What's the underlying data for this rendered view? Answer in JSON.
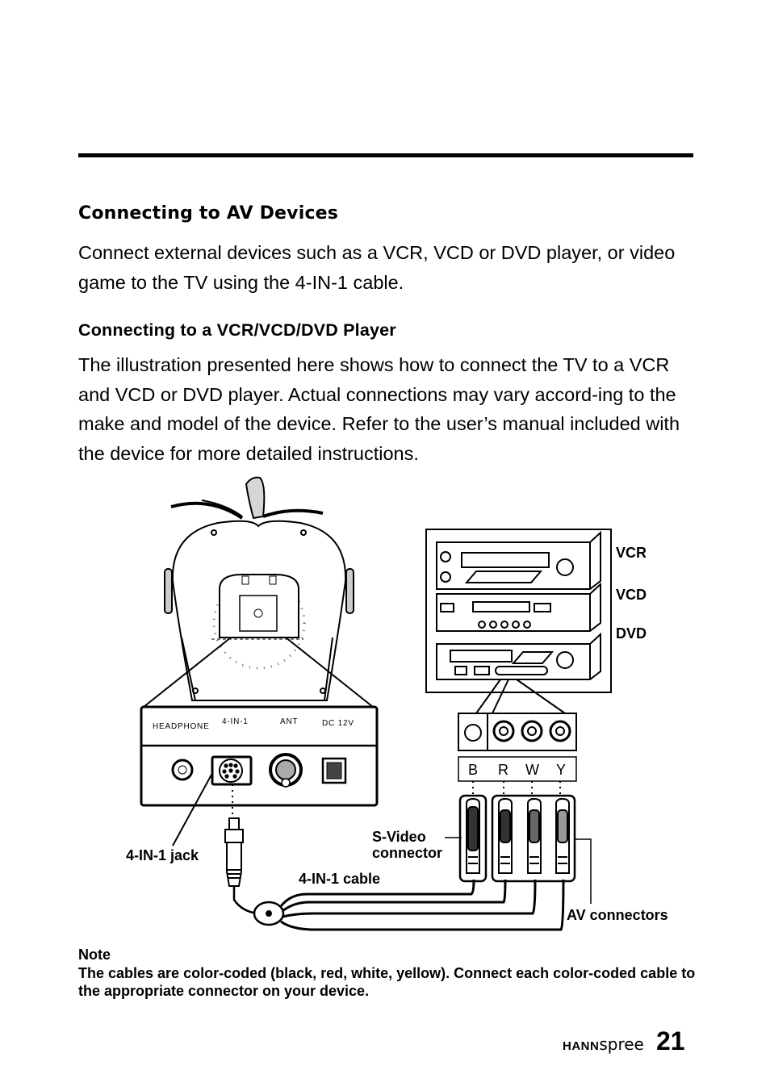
{
  "section_title": "Connecting to AV Devices",
  "intro": "Connect external devices such as a VCR, VCD or DVD player, or video game to the TV using the 4-IN-1 cable.",
  "subsection_title": "Connecting to a VCR/VCD/DVD Player",
  "body": "The illustration presented here shows how to connect the TV to a VCR and VCD or DVD player. Actual connections may vary accord-ing to the make and model of the device. Refer to the user’s manual included with the device for more detailed instructions.",
  "diagram": {
    "panel_labels": [
      "HEADPHONE",
      "4-IN-1",
      "ANT",
      "DC 12V"
    ],
    "devices": [
      "VCR",
      "VCD",
      "DVD"
    ],
    "jack_letters": [
      "B",
      "R",
      "W",
      "Y"
    ],
    "callouts": {
      "jack": "4-IN-1 jack",
      "svideo_line1": "S-Video",
      "svideo_line2": "connector",
      "cable": "4-IN-1 cable",
      "av": "AV connectors"
    }
  },
  "note": {
    "heading": "Note",
    "text": "The cables are color-coded (black, red, white, yellow). Connect each color-coded cable to the appropriate connector on your device."
  },
  "footer": {
    "brand_bold": "HANN",
    "brand_light": "spree",
    "page_number": "21"
  }
}
